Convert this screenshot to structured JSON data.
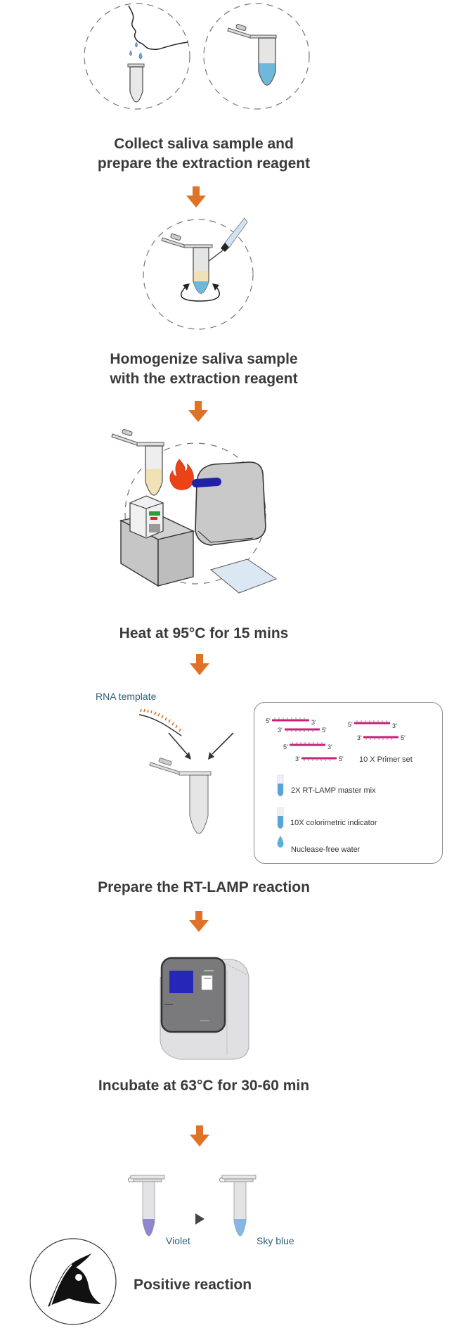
{
  "steps": [
    {
      "title_line1": "Collect saliva sample and",
      "title_line2": "prepare the extraction reagent"
    },
    {
      "title_line1": "Homogenize saliva sample",
      "title_line2": "with the extraction reagent"
    },
    {
      "title": "Heat at 95°C for 15 mins"
    },
    {
      "title": "Prepare the RT-LAMP reaction"
    },
    {
      "title": "Incubate at 63°C for 30-60 min"
    },
    {
      "title": "Positive reaction"
    }
  ],
  "rna_template_label": "RNA template",
  "primer_box": {
    "prime5": "5'",
    "prime3": "3'",
    "primer_set_label": "10 X Primer set",
    "items": [
      {
        "icon": "tube-blue-icon",
        "label": "2X RT-LAMP master mix"
      },
      {
        "icon": "tube-blue-icon",
        "label": "10X colorimetric indicator"
      },
      {
        "icon": "water-drop-icon",
        "label": "Nuclease-free water"
      }
    ]
  },
  "result": {
    "before_label": "Violet",
    "after_label": "Sky blue",
    "before_color": "#8f86cf",
    "after_color": "#86b6e3"
  },
  "colors": {
    "arrow": "#e07228",
    "primer": "#cc1f7a",
    "text": "#3a3a3a",
    "label_blue": "#2e5f7d",
    "device_screen": "#1f22a6"
  }
}
